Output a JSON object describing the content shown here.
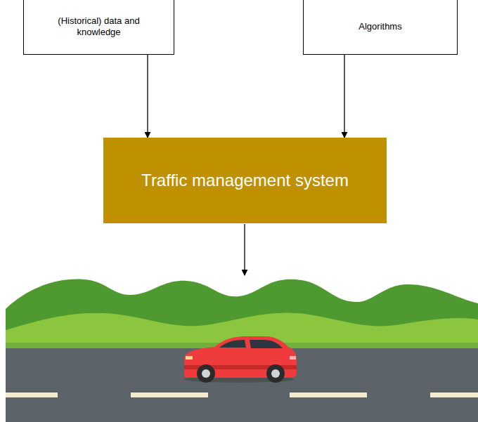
{
  "diagram": {
    "nodes": [
      {
        "text": [
          "(Historical) data and knowledge"
        ]
      },
      {
        "text": [
          "Algorithms"
        ]
      },
      {
        "text": [
          "Traffic management system"
        ]
      }
    ],
    "edges": [
      {
        "from": 0,
        "to": 2,
        "arrow": "to"
      },
      {
        "from": 1,
        "to": 2,
        "arrow": "to"
      }
    ]
  }
}
